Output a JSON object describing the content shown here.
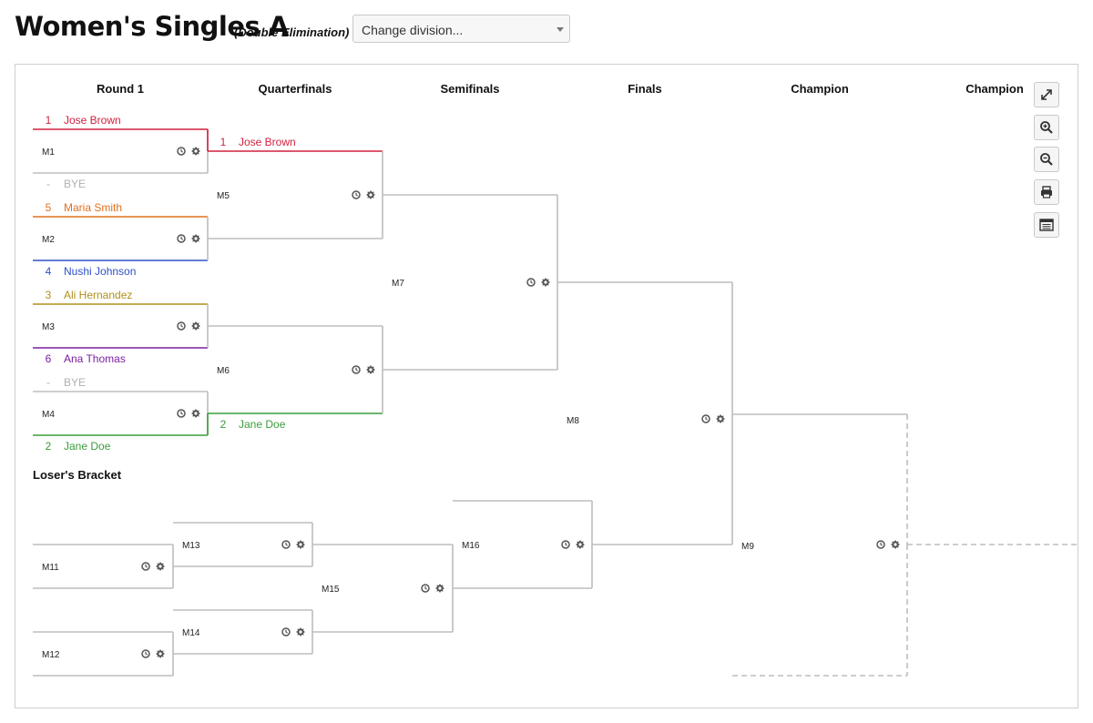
{
  "header": {
    "title": "Women's Singles A",
    "subtitle": "(Double Elimination)",
    "division_select": {
      "value": "Change division..."
    }
  },
  "rounds": [
    "Round 1",
    "Quarterfinals",
    "Semifinals",
    "Finals",
    "Champion",
    "Champion"
  ],
  "losers_bracket_label": "Loser's Bracket",
  "colors": {
    "jose_brown": "#d0213f",
    "maria_smith": "#e0701e",
    "nushi_johnson": "#3050c8",
    "ali_hernandez": "#b08f1a",
    "ana_thomas": "#7a1fa0",
    "jane_doe": "#3a9d3a",
    "bye": "#b0b0b0",
    "bracket_line": "#bdbdbd",
    "icon": "#555555"
  },
  "players": [
    {
      "seed": "1",
      "name": "Jose Brown",
      "color_key": "jose_brown"
    },
    {
      "seed": "-",
      "name": "BYE",
      "color_key": "bye"
    },
    {
      "seed": "5",
      "name": "Maria Smith",
      "color_key": "maria_smith"
    },
    {
      "seed": "4",
      "name": "Nushi Johnson",
      "color_key": "nushi_johnson"
    },
    {
      "seed": "3",
      "name": "Ali Hernandez",
      "color_key": "ali_hernandez"
    },
    {
      "seed": "6",
      "name": "Ana Thomas",
      "color_key": "ana_thomas"
    },
    {
      "seed": "-",
      "name": "BYE",
      "color_key": "bye"
    },
    {
      "seed": "2",
      "name": "Jane Doe",
      "color_key": "jane_doe"
    },
    {
      "seed": "1",
      "name": "Jose Brown",
      "color_key": "jose_brown"
    },
    {
      "seed": "2",
      "name": "Jane Doe",
      "color_key": "jane_doe"
    }
  ],
  "matches": [
    "M1",
    "M2",
    "M3",
    "M4",
    "M5",
    "M6",
    "M7",
    "M8",
    "M9",
    "M11",
    "M12",
    "M13",
    "M14",
    "M15",
    "M16"
  ],
  "match_icons": [
    "clock-icon",
    "gear-icon"
  ],
  "toolbar": [
    {
      "name": "fullscreen-button",
      "icon": "expand-icon"
    },
    {
      "name": "zoom-in-button",
      "icon": "zoom-in-icon"
    },
    {
      "name": "zoom-out-button",
      "icon": "zoom-out-icon"
    },
    {
      "name": "print-button",
      "icon": "print-icon"
    },
    {
      "name": "list-view-button",
      "icon": "list-icon"
    }
  ]
}
